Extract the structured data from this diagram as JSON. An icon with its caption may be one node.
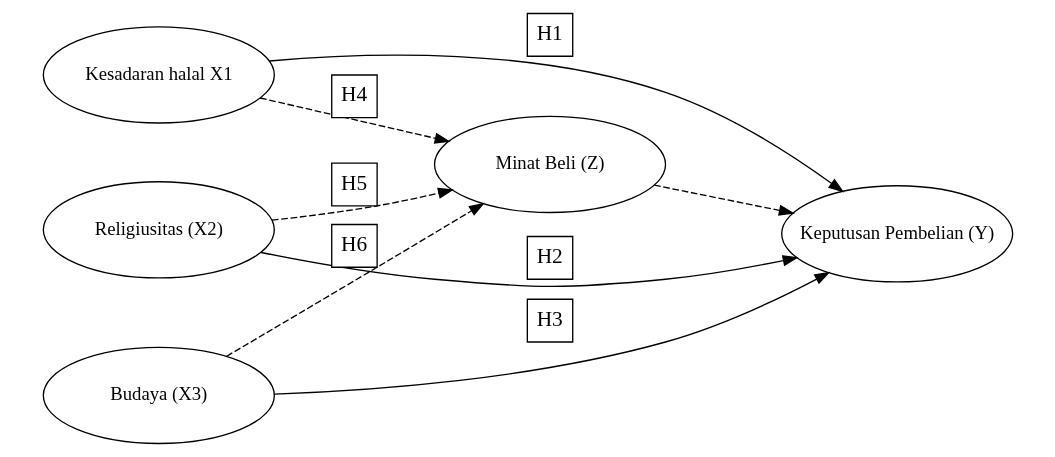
{
  "diagram": {
    "nodes": [
      {
        "text": [
          "Kesadaran halal X1"
        ]
      },
      {
        "text": [
          "Religiusitas (X2)"
        ]
      },
      {
        "text": [
          "Minat Beli (Z)"
        ]
      },
      {
        "text": [
          "Keputusan Pembelian (Y)"
        ]
      },
      {
        "text": [
          "Budaya (X3)"
        ]
      }
    ],
    "edges": [
      {
        "from": 0,
        "to": 3,
        "arrow": "to",
        "label": "H1"
      },
      {
        "from": 0,
        "to": 2,
        "arrow": "to",
        "label": "H4",
        "style": "dashed"
      },
      {
        "from": 1,
        "to": 2,
        "arrow": "to",
        "label": "H5",
        "style": "dashed"
      },
      {
        "from": 4,
        "to": 2,
        "arrow": "to",
        "label": "H6",
        "style": "dashed"
      },
      {
        "from": 2,
        "to": 3,
        "arrow": "to",
        "style": "dashed"
      },
      {
        "from": 4,
        "to": 3,
        "arrow": "to",
        "label": "H3"
      },
      {
        "from": 1,
        "to": 3,
        "arrow": "to",
        "label": "H2"
      }
    ]
  }
}
